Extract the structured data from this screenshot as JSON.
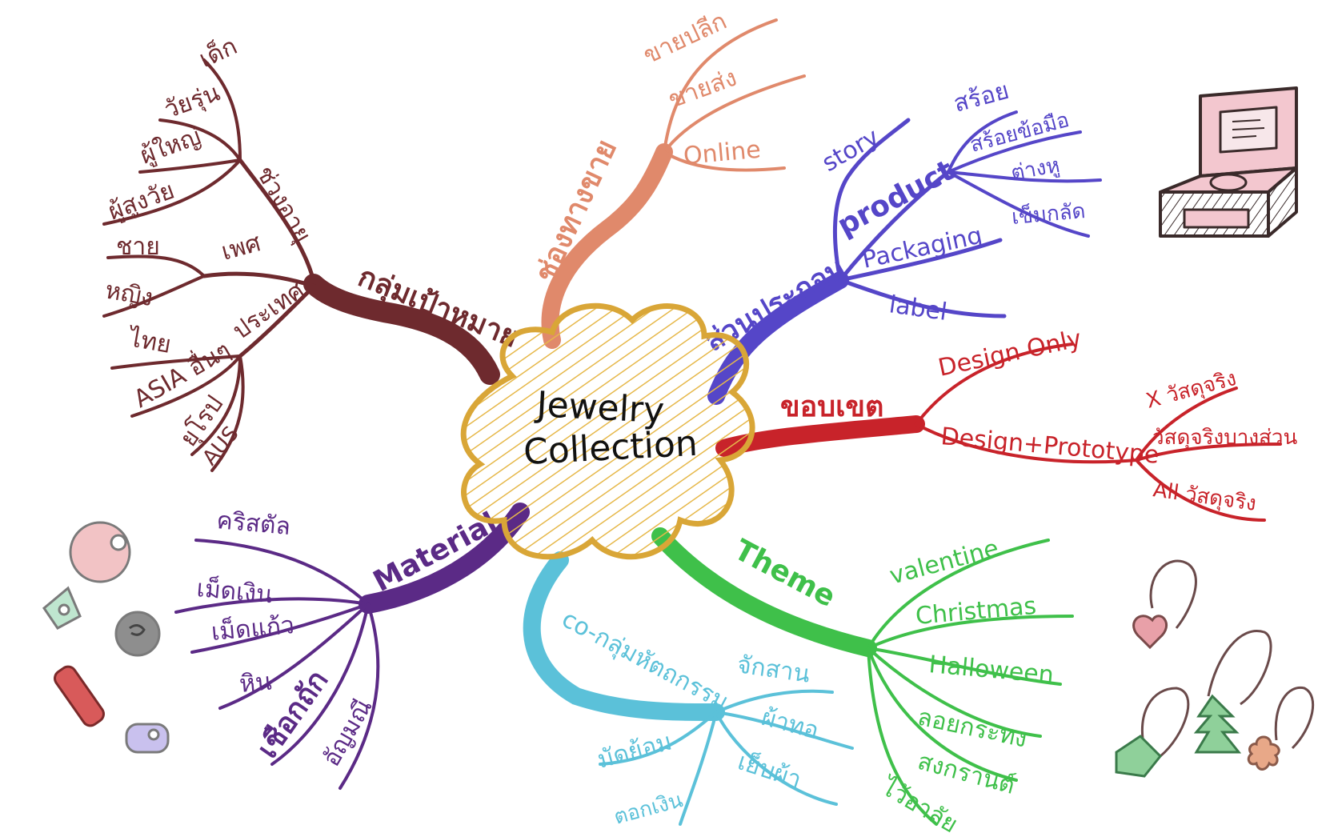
{
  "center": {
    "line1": "Jewelry",
    "line2": "Collection"
  },
  "colors": {
    "target": "#6e2a2e",
    "channel": "#e0896b",
    "components": "#5546c8",
    "scope": "#c8232a",
    "theme": "#3fc04a",
    "coop": "#5bc1d9",
    "material": "#5b2a86",
    "center_outline": "#d9a637"
  },
  "branches": {
    "target": {
      "label": "กลุ่มเป้าหมาย",
      "age": {
        "label": "ช่วงอายุ",
        "items": [
          "เด็ก",
          "วัยรุ่น",
          "ผู้ใหญ่",
          "ผู้สูงวัย"
        ]
      },
      "gender": {
        "label": "เพศ",
        "items": [
          "ชาย",
          "หญิง"
        ]
      },
      "country": {
        "label": "ประเทศ",
        "items": [
          "ไทย",
          "ASIA อื่นๆ",
          "ยุโรป",
          "AUS"
        ]
      }
    },
    "channel": {
      "label": "ช่องทางขาย",
      "items": [
        "ขายปลีก",
        "ขายส่ง",
        "Online"
      ]
    },
    "components": {
      "label": "ส่วนประกอบ",
      "story": "story",
      "product": {
        "label": "product",
        "items": [
          "สร้อย",
          "สร้อยข้อมือ",
          "ต่างหู",
          "เข็มกลัด"
        ]
      },
      "packaging": "Packaging",
      "label_item": "label"
    },
    "scope": {
      "label": "ขอบเขต",
      "design_only": "Design Only",
      "prototype": {
        "label": "Design+Prototype",
        "items": [
          "X วัสดุจริง",
          "วัสดุจริงบางส่วน",
          "All วัสดุจริง"
        ]
      }
    },
    "theme": {
      "label": "Theme",
      "items": [
        "valentine",
        "Christmas",
        "Halloween",
        "ลอยกระทง",
        "สงกรานต์",
        "ไว้อาลัย"
      ]
    },
    "coop": {
      "label": "co-กลุ่มหัตถกรรม",
      "items": [
        "จักสาน",
        "ผ้าทอ",
        "เย็บผ้า",
        "มัดย้อม",
        "ตอกเงิน"
      ]
    },
    "material": {
      "label": "Material",
      "items": [
        "คริสตัล",
        "เม็ดเงิน",
        "เม็ดแก้ว",
        "หิน",
        "เชือกถัก",
        "อัญมณี"
      ]
    }
  },
  "decorations": [
    "jewelry-box",
    "beads",
    "charm-pendants"
  ]
}
